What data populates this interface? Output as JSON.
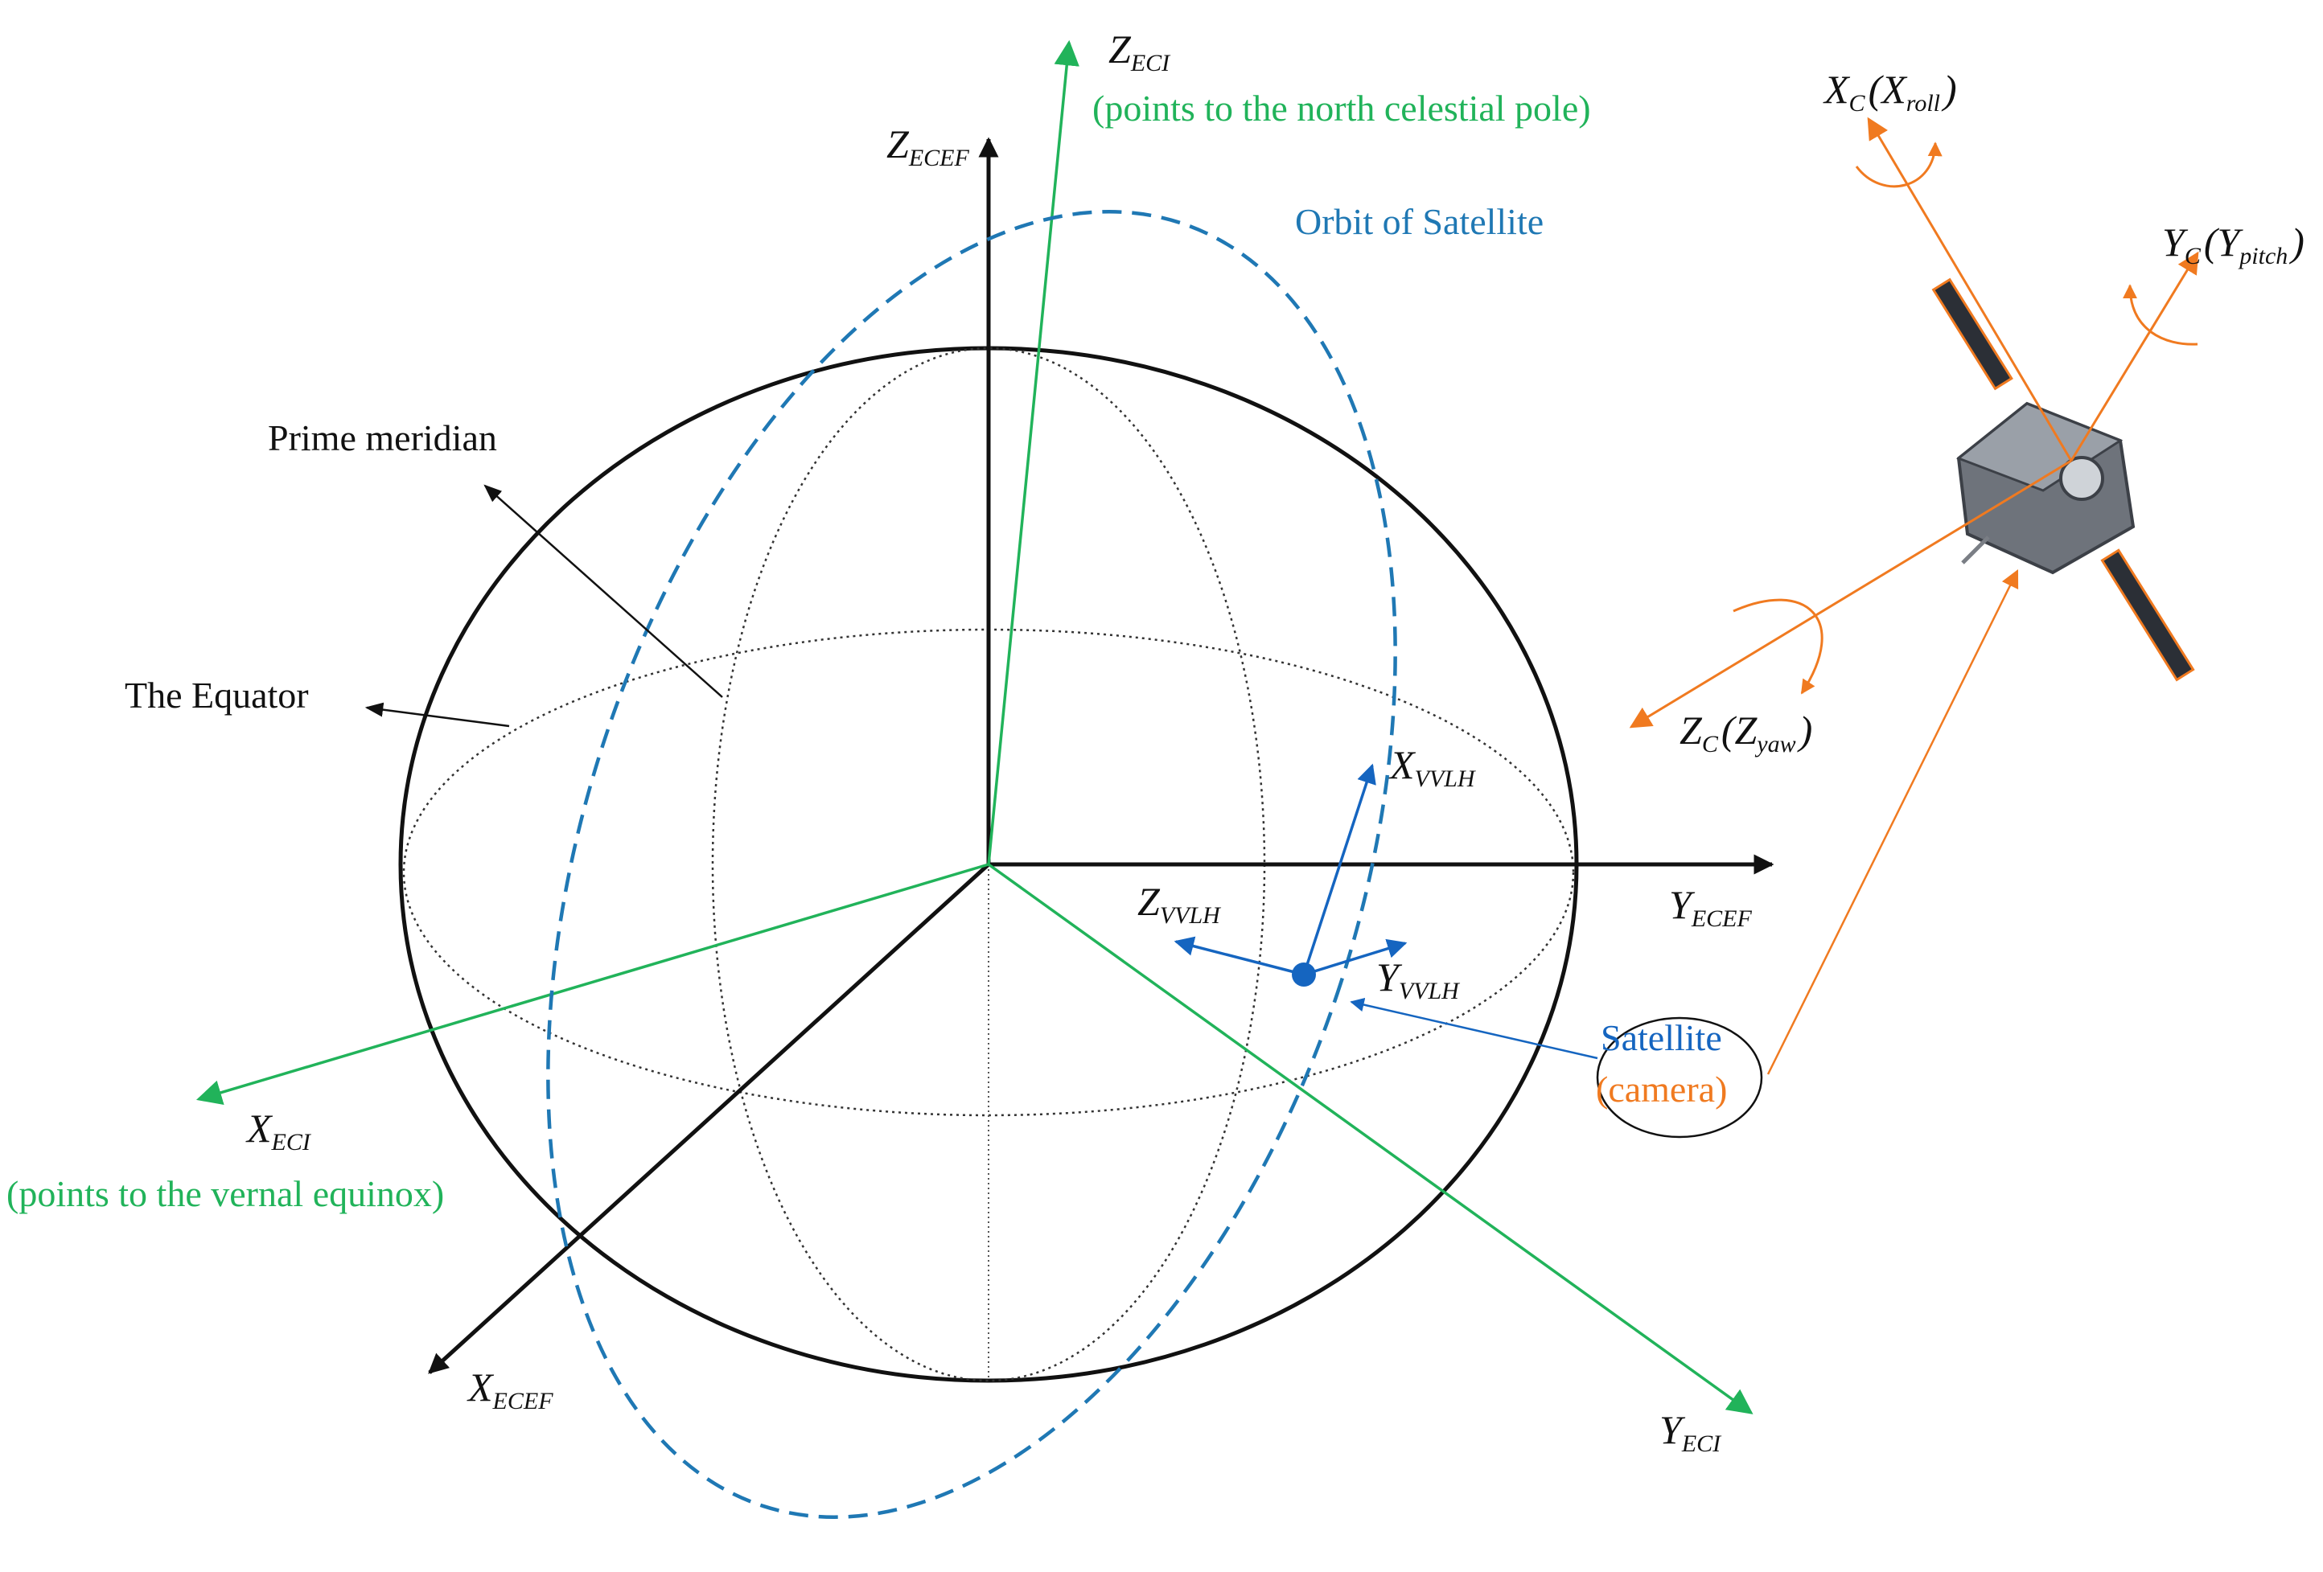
{
  "colors": {
    "black": "#111111",
    "eci": "#21b35a",
    "orbit": "#1f78b4",
    "vvlh": "#1565c0",
    "camera": "#f07a20",
    "ellipse_grey": "#333333"
  },
  "labels": {
    "z_eci": {
      "main": "Z",
      "sub": "ECI"
    },
    "z_eci_note": "(points to the north celestial pole)",
    "z_ecef": {
      "main": "Z",
      "sub": "ECEF"
    },
    "orbit": "Orbit of Satellite",
    "prime_meridian": "Prime meridian",
    "equator": "The Equator",
    "x_vvlh": {
      "main": "X",
      "sub": "VVLH"
    },
    "y_vvlh": {
      "main": "Y",
      "sub": "VVLH"
    },
    "z_vvlh": {
      "main": "Z",
      "sub": "VVLH"
    },
    "y_ecef": {
      "main": "Y",
      "sub": "ECEF"
    },
    "x_eci": {
      "main": "X",
      "sub": "ECI"
    },
    "x_eci_note": "(points to the vernal equinox)",
    "x_ecef": {
      "main": "X",
      "sub": "ECEF"
    },
    "y_eci": {
      "main": "Y",
      "sub": "ECI"
    },
    "satellite": "Satellite",
    "camera": "(camera)",
    "xc": {
      "main": "X",
      "sub": "C",
      "paren_main": "(X",
      "paren_sub": "roll",
      "close": ")"
    },
    "yc": {
      "main": "Y",
      "sub": "C",
      "paren_main": "(Y",
      "paren_sub": "pitch",
      "close": ")"
    },
    "zc": {
      "main": "Z",
      "sub": "C",
      "paren_main": "(Z",
      "paren_sub": "yaw",
      "close": ")"
    }
  }
}
